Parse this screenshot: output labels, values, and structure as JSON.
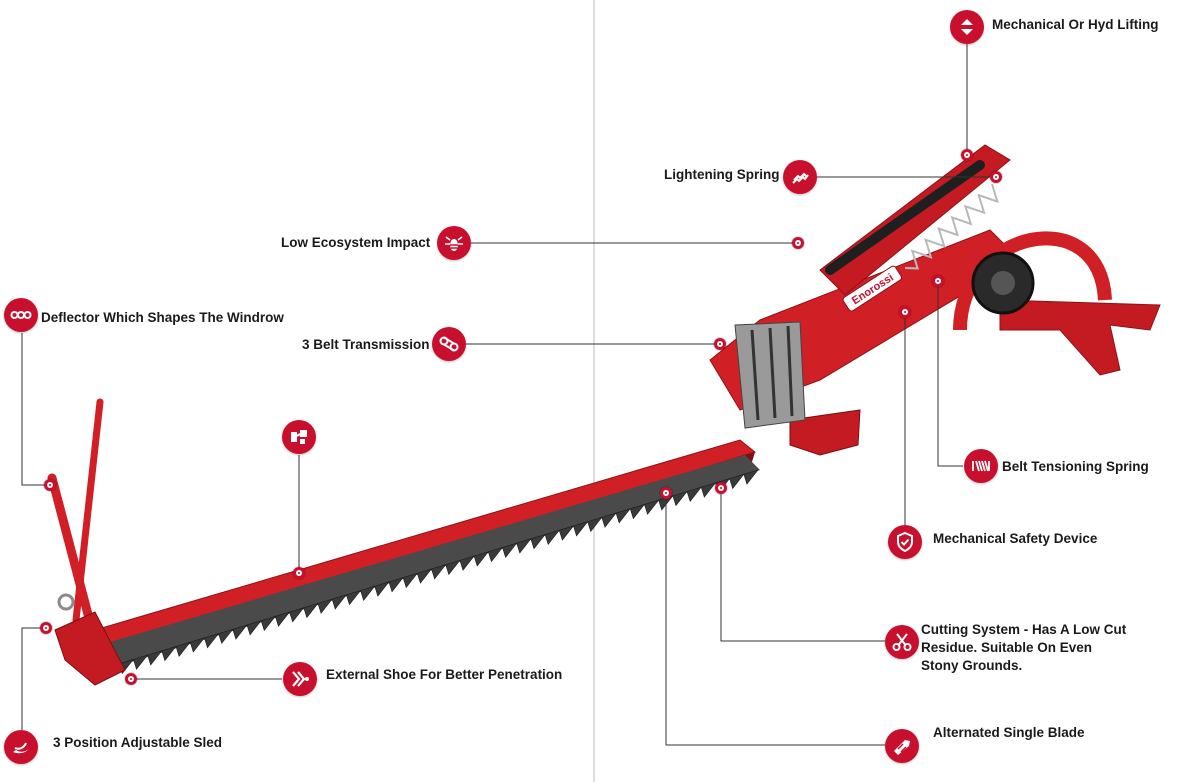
{
  "colors": {
    "accent": "#c8102e",
    "machine_red": "#d11f26",
    "steel": "#6b6b6b",
    "dark": "#1f1f1f"
  },
  "machine": {
    "brand_decal": "Enorossi"
  },
  "callouts": [
    {
      "id": "mech-lifting",
      "label": "Mechanical Or Hyd Lifting",
      "icon": "up-down-arrows-icon"
    },
    {
      "id": "lightening-spring",
      "label": "Lightening Spring",
      "icon": "spring-icon"
    },
    {
      "id": "low-ecosystem",
      "label": "Low Ecosystem Impact",
      "icon": "bee-icon"
    },
    {
      "id": "deflector",
      "label": "Deflector Which Shapes The Windrow",
      "icon": "circles-icon"
    },
    {
      "id": "belt-transmission",
      "label": "3 Belt Transmission",
      "icon": "belt-pulley-icon"
    },
    {
      "id": "belt-tensioning",
      "label": "Belt Tensioning Spring",
      "icon": "coil-spring-icon"
    },
    {
      "id": "safety-device",
      "label": "Mechanical Safety Device",
      "icon": "shield-check-icon"
    },
    {
      "id": "cutting-system",
      "label": "Cutting System - Has A Low Cut Residue. Suitable On Even Stony Grounds.",
      "icon": "scissors-icon"
    },
    {
      "id": "alternated-blade",
      "label": "Alternated Single Blade",
      "icon": "blade-icon"
    },
    {
      "id": "external-shoe",
      "label": "External Shoe For Better Penetration",
      "icon": "shoe-arrow-icon"
    },
    {
      "id": "adjustable-sled",
      "label": "3 Position Adjustable Sled",
      "icon": "sled-icon"
    },
    {
      "id": "unlabeled-part",
      "label": "",
      "icon": "gearbox-icon"
    }
  ]
}
